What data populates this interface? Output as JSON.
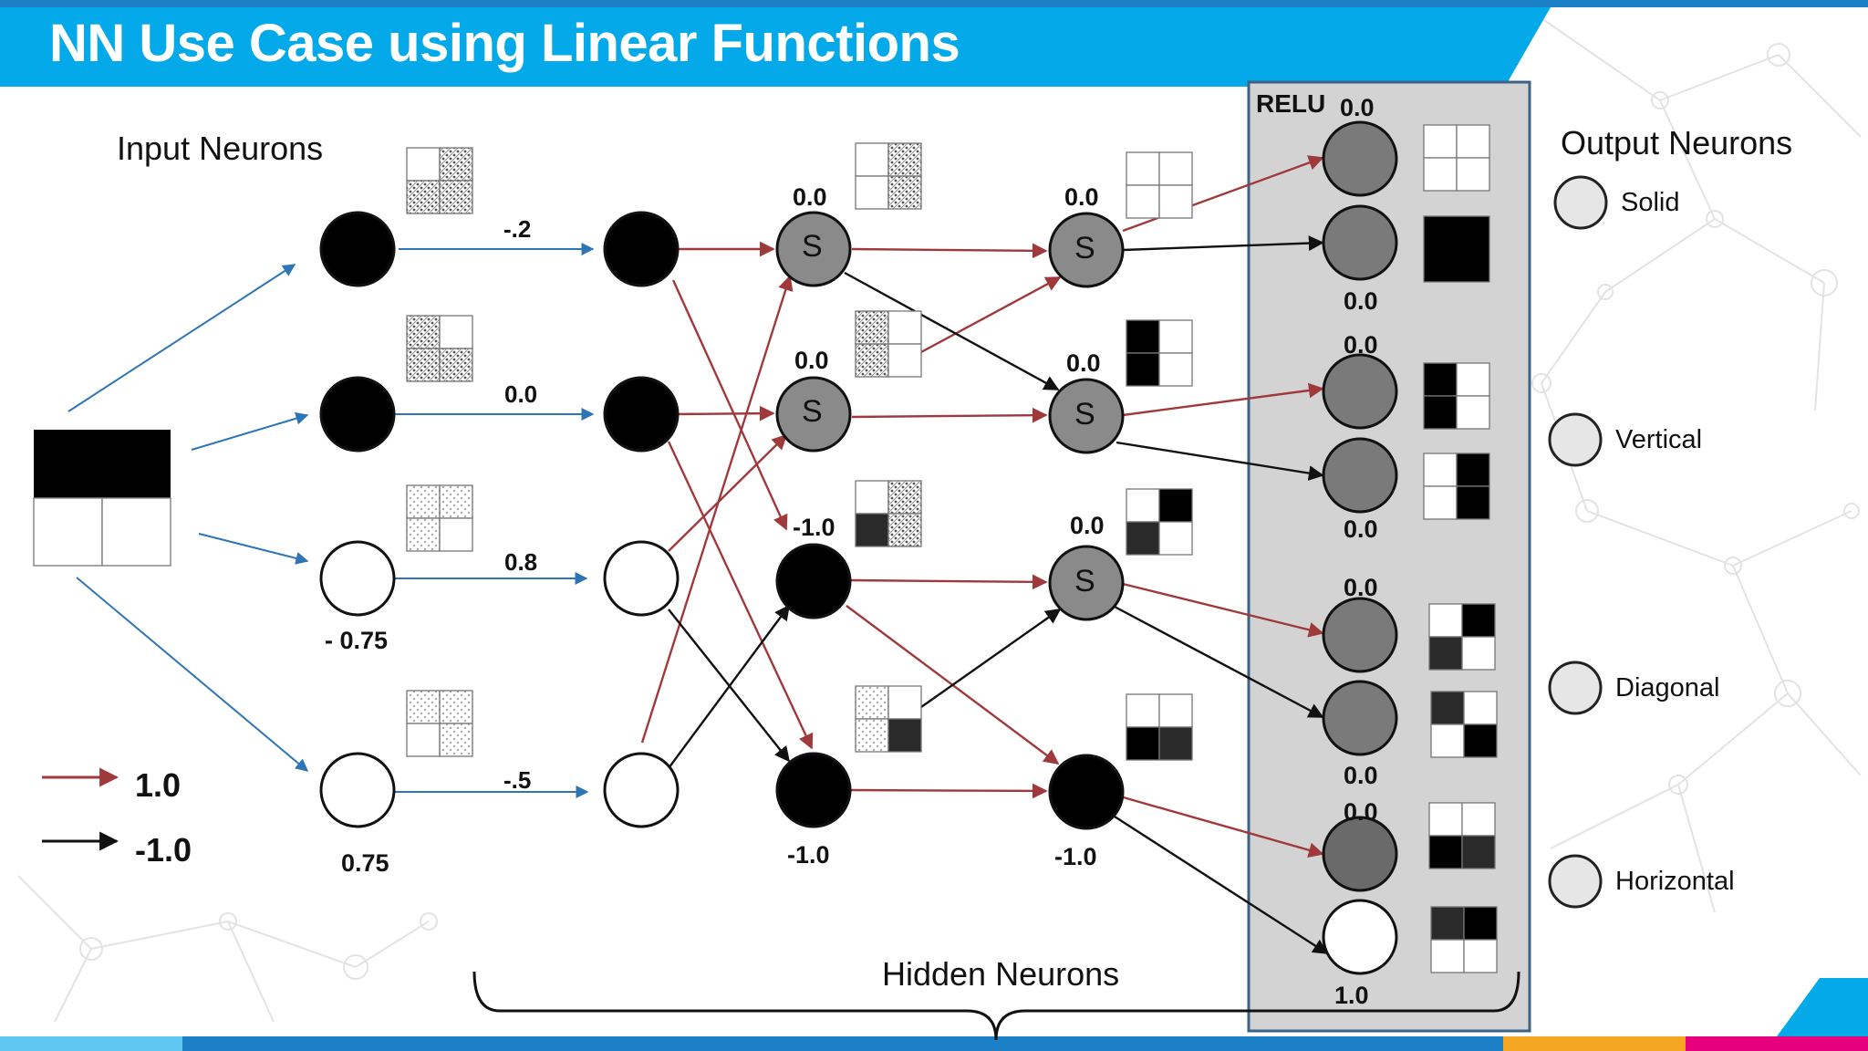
{
  "slide": {
    "title": "NN Use Case using Linear Functions",
    "colors": {
      "header_blue": "#03a9e8",
      "panel_gray": "#d3d3d3",
      "panel_border": "#3c6385",
      "positive_arrow": "#a0393b",
      "negative_arrow": "#111111",
      "input_arrow": "#2e75b6",
      "neuron_s_fill": "#8a8a8a",
      "relu_neuron_fill": "#7a7a7a",
      "output_neuron_fill": "#e6e6e6"
    }
  },
  "input_section": {
    "heading": "Input Neurons",
    "input_pixels": [
      "black",
      "black",
      "white",
      "white"
    ],
    "neurons": [
      {
        "fill": "black",
        "weight": "-.2",
        "value": ""
      },
      {
        "fill": "black",
        "weight": "0.0",
        "value": ""
      },
      {
        "fill": "white",
        "weight": "0.8",
        "value": "- 0.75"
      },
      {
        "fill": "white",
        "weight": "-.5",
        "value": "0.75"
      }
    ]
  },
  "legend": {
    "items": [
      {
        "color": "#a0393b",
        "label": "1.0"
      },
      {
        "color": "#111111",
        "label": "-1.0"
      }
    ]
  },
  "hidden_section": {
    "heading": "Hidden Neurons",
    "layer2_values": [
      "0.0",
      "0.0",
      "-1.0",
      "-1.0"
    ],
    "layer2_symbols": [
      "S",
      "S",
      "",
      ""
    ],
    "layer3_values": [
      "0.0",
      "0.0",
      "0.0",
      "-1.0"
    ],
    "layer3_symbols": [
      "S",
      "S",
      "S",
      ""
    ]
  },
  "relu": {
    "label": "RELU",
    "values": [
      "0.0",
      "0.0",
      "0.0",
      "0.0",
      "0.0",
      "0.0",
      "0.0",
      "1.0"
    ]
  },
  "output_section": {
    "heading": "Output Neurons",
    "neurons": [
      "Solid",
      "Vertical",
      "Diagonal",
      "Horizontal"
    ]
  }
}
